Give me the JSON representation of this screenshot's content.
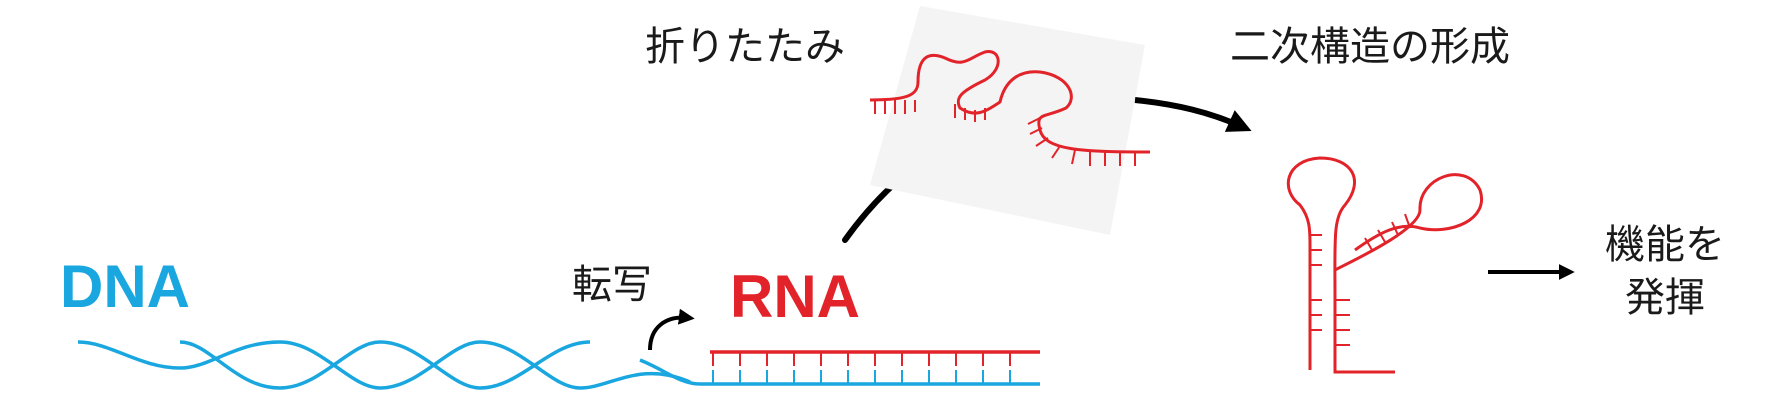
{
  "labels": {
    "dna": "DNA",
    "rna": "RNA",
    "transcription": "転写",
    "folding": "折りたたみ",
    "secondary_structure": "二次構造の形成",
    "function_line1": "機能を",
    "function_line2": "発揮"
  },
  "colors": {
    "dna": "#1aa7e0",
    "rna": "#e2232a",
    "arrow": "#000000",
    "text": "#1a1a1a",
    "panel": "#f4f4f4"
  },
  "icons": {
    "transcription_arrow": "curved-arrow-icon",
    "folding_arrow": "curved-line-icon",
    "formation_arrow": "curved-arrow-icon",
    "function_arrow": "right-arrow-icon"
  }
}
